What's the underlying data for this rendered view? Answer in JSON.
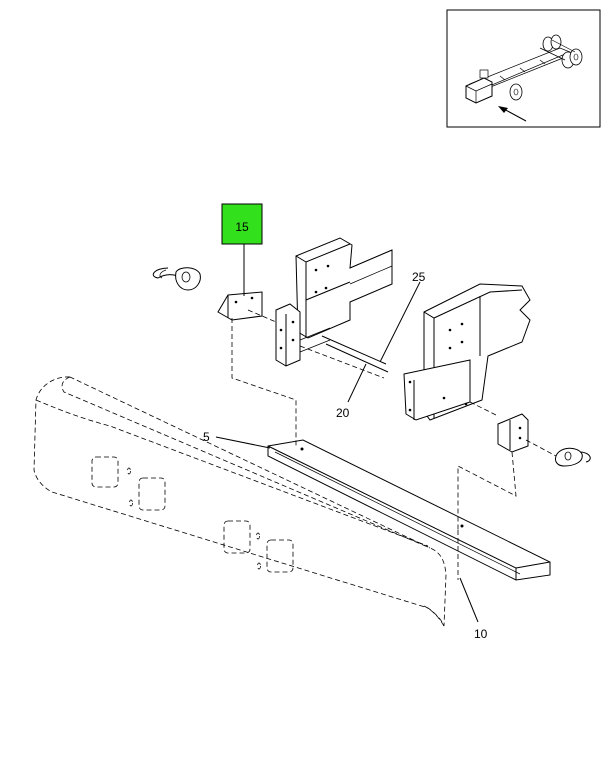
{
  "callouts": {
    "c5": "5",
    "c10": "10",
    "c15": "15",
    "c20": "20",
    "c25": "25"
  },
  "highlight_color": "#33e01c",
  "highlighted_callout": "15"
}
